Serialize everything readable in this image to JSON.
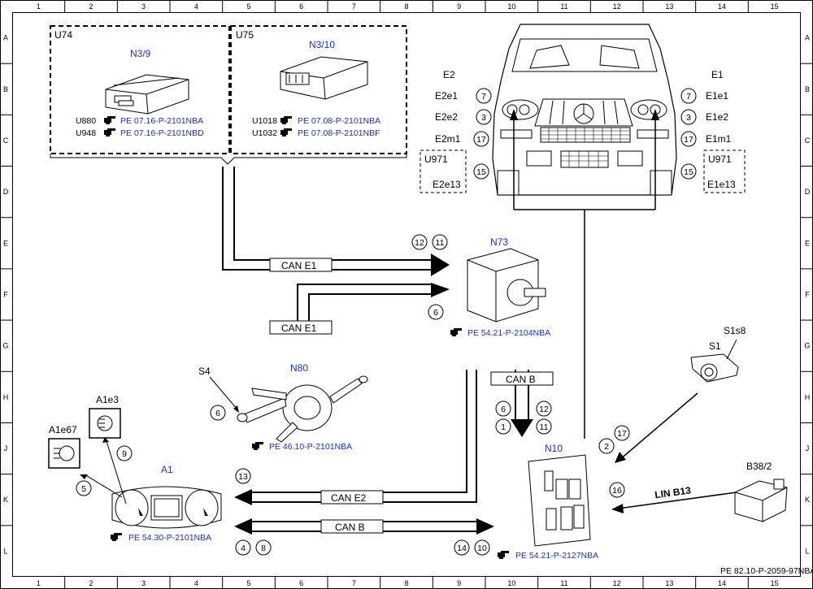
{
  "grid": {
    "columns": [
      "1",
      "2",
      "3",
      "4",
      "5",
      "6",
      "7",
      "8",
      "9",
      "10",
      "11",
      "12",
      "13",
      "14",
      "15"
    ],
    "rows": [
      "A",
      "B",
      "C",
      "D",
      "E",
      "F",
      "G",
      "H",
      "J",
      "K",
      "L"
    ]
  },
  "u74": {
    "label": "U74",
    "module": "N3/9",
    "refs": [
      {
        "code": "U880",
        "ref": "PE 07.16-P-2101NBA"
      },
      {
        "code": "U948",
        "ref": "PE 07.16-P-2101NBD"
      }
    ]
  },
  "u75": {
    "label": "U75",
    "module": "N3/10",
    "refs": [
      {
        "code": "U1018",
        "ref": "PE 07.08-P-2101NBA"
      },
      {
        "code": "U1032",
        "ref": "PE 07.08-P-2101NBF"
      }
    ]
  },
  "left_lamps": {
    "group": "E2",
    "items": [
      {
        "num": "7",
        "label": "E2e1"
      },
      {
        "num": "3",
        "label": "E2e2"
      },
      {
        "num": "17",
        "label": "E2m1"
      },
      {
        "num": "15",
        "label": "E2e13"
      }
    ],
    "u971": "U971"
  },
  "right_lamps": {
    "group": "E1",
    "items": [
      {
        "num": "7",
        "label": "E1e1"
      },
      {
        "num": "3",
        "label": "E1e2"
      },
      {
        "num": "17",
        "label": "E1m1"
      },
      {
        "num": "15",
        "label": "E1e13"
      }
    ],
    "u971": "U971"
  },
  "bus": {
    "can_e1_top": "CAN E1",
    "can_e1_lower": "CAN E1",
    "can_b_vertical": "CAN B",
    "can_e2": "CAN E2",
    "can_b_bottom": "CAN B",
    "lin_b13": "LIN B13"
  },
  "n73": {
    "label": "N73",
    "ref": "PE 54.21-P-2104NBA",
    "nums": [
      "12",
      "11",
      "6"
    ]
  },
  "n80": {
    "label": "N80",
    "switch": "S4",
    "ref": "PE 46.10-P-2101NBA",
    "num": "6"
  },
  "can_b_nums": {
    "left": [
      "6",
      "1"
    ],
    "right": [
      "12",
      "11"
    ]
  },
  "n10": {
    "label": "N10",
    "ref": "PE 54.21-P-2127NBA",
    "nums": [
      "17",
      "2",
      "16"
    ]
  },
  "s1": {
    "label": "S1",
    "sub": "S1s8"
  },
  "b38": {
    "label": "B38/2"
  },
  "a1": {
    "label": "A1",
    "ref": "PE 54.30-P-2101NBA",
    "indicators": [
      {
        "label": "A1e3",
        "num": "9"
      },
      {
        "label": "A1e67",
        "num": "5"
      }
    ],
    "can_nums": {
      "e2": "13",
      "b_left": [
        "4",
        "8"
      ],
      "b_right": [
        "14",
        "10"
      ]
    }
  },
  "footer": "PE 82.10-P-2059-97NBA",
  "colors": {
    "link": "#1a2fd8",
    "ink": "#000000"
  }
}
